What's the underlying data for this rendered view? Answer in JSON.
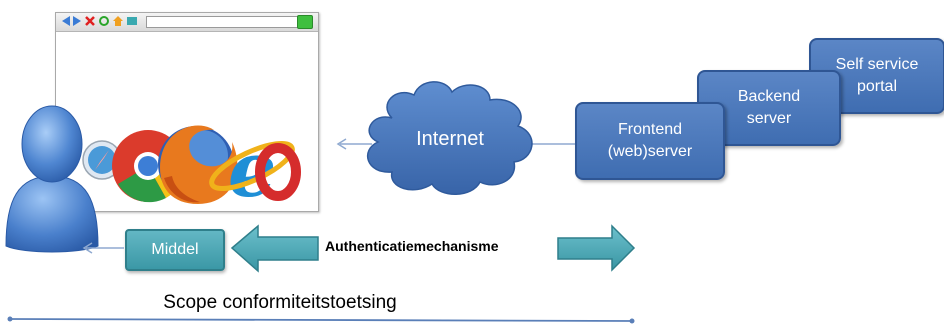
{
  "internet": {
    "label": "Internet"
  },
  "boxes": {
    "self_service": {
      "line1": "Self service",
      "line2": "portal"
    },
    "backend": {
      "line1": "Backend",
      "line2": "server"
    },
    "frontend": {
      "line1": "Frontend",
      "line2": "(web)server"
    }
  },
  "middel": {
    "label": "Middel"
  },
  "authentication": {
    "label": "Authenticatiemechanisme"
  },
  "scope": {
    "label": "Scope conformiteitstoetsing"
  },
  "icons": [
    "user-icon",
    "safari-icon",
    "chrome-icon",
    "firefox-icon",
    "ie-icon",
    "internet-cloud-icon"
  ],
  "colors": {
    "box_blue": "#4a77bb",
    "teal": "#4aa6b4",
    "cloud": "#4a76b8",
    "user": "#5b8fd6"
  }
}
